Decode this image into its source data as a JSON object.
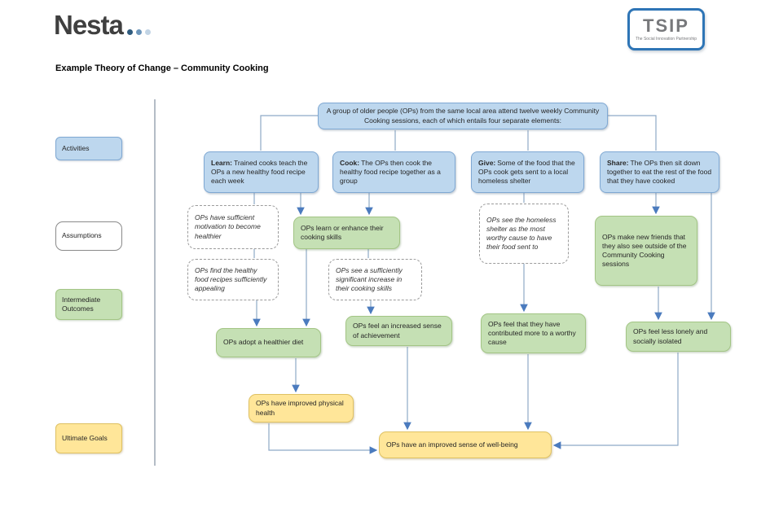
{
  "header": {
    "logo_text": "Nesta",
    "title": "Example Theory of Change – Community Cooking",
    "tsip": {
      "acronym": "TSIP",
      "subtitle": "The Social Innovation Partnership"
    }
  },
  "legend": {
    "activities": "Activities",
    "assumptions": "Assumptions",
    "intermediate_outcomes": "Intermediate Outcomes",
    "ultimate_goals": "Ultimate Goals"
  },
  "nodes": {
    "premise": "A group of older people (OPs) from the same local area attend twelve weekly Community Cooking sessions, each of which entails four separate elements:",
    "learn": {
      "label": "Learn:",
      "text": "Trained cooks teach the OPs a new healthy food recipe each week"
    },
    "cook": {
      "label": "Cook:",
      "text": "The OPs then cook the healthy food recipe together as a group"
    },
    "give": {
      "label": "Give:",
      "text": "Some of the food that the OPs cook gets sent to a local homeless shelter"
    },
    "share": {
      "label": "Share:",
      "text": "The OPs then sit down together to eat the rest of the food that they have cooked"
    },
    "assumption_motivation": "OPs have sufficient motivation to become healthier",
    "assumption_recipes": "OPs find the healthy food recipes sufficiently appealing",
    "assumption_skills_increase": "OPs see a sufficiently significant increase in their cooking skills",
    "assumption_shelter": "OPs see the homeless shelter as the most worthy cause to have their food sent to",
    "outcome_cooking_skills": "OPs learn or enhance their cooking skills",
    "outcome_new_friends": "OPs make new friends that they also see outside of the Community Cooking sessions",
    "outcome_diet": "OPs adopt a healthier diet",
    "outcome_achievement": "OPs feel an increased sense of achievement",
    "outcome_contribution": "OPs feel that they have contributed more to a worthy cause",
    "outcome_lonely": "OPs feel less lonely and socially isolated",
    "goal_physical_health": "OPs have improved physical health",
    "goal_wellbeing": "OPs have an improved sense of well-being"
  },
  "colors": {
    "activity_fill": "#BDD7EE",
    "activity_border": "#7FA8D3",
    "outcome_fill": "#C5E0B4",
    "outcome_border": "#A3C585",
    "goal_fill": "#FFE699",
    "goal_border": "#DFC162",
    "assumption_border": "#9B9B9B",
    "connector": "#8EA9C6",
    "arrowhead": "#4B7BBE",
    "divider": "#B4BCC6",
    "tsip_border": "#2E75B6",
    "tsip_text": "#77787B",
    "nesta_text": "#3F3F3F",
    "nesta_dot1": "#2F5B7E",
    "nesta_dot2": "#6E97BC",
    "nesta_dot3": "#C2D4E5"
  }
}
